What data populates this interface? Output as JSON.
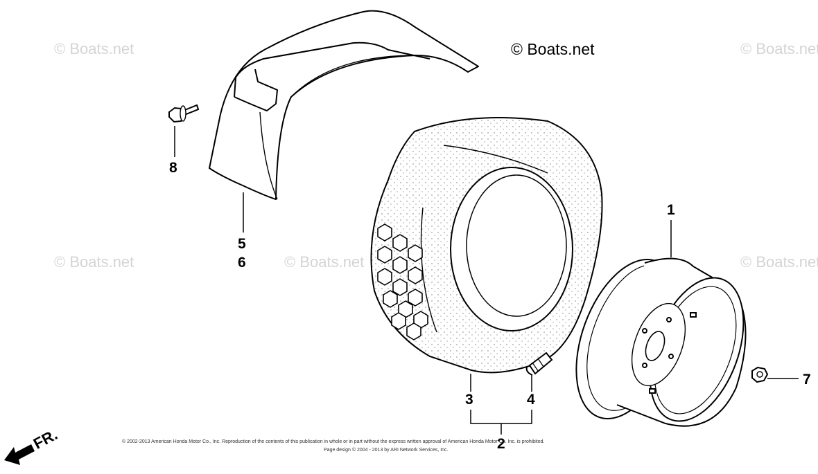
{
  "watermarks": {
    "main": "© Boats.net",
    "faint": "© Boats.net"
  },
  "callouts": {
    "c1": "1",
    "c2": "2",
    "c3": "3",
    "c4": "4",
    "c5": "5",
    "c6": "6",
    "c7": "7",
    "c8": "8"
  },
  "direction_label": "FR.",
  "copyright": {
    "line1": "© 2002-2013 American Honda Motor Co., Inc. Reproduction of the contents of this publication in whole or in part without the express written approval of American Honda Motor Co. Inc. is prohibited.",
    "line2": "Page design © 2004 - 2013 by ARI Network Services, Inc."
  }
}
